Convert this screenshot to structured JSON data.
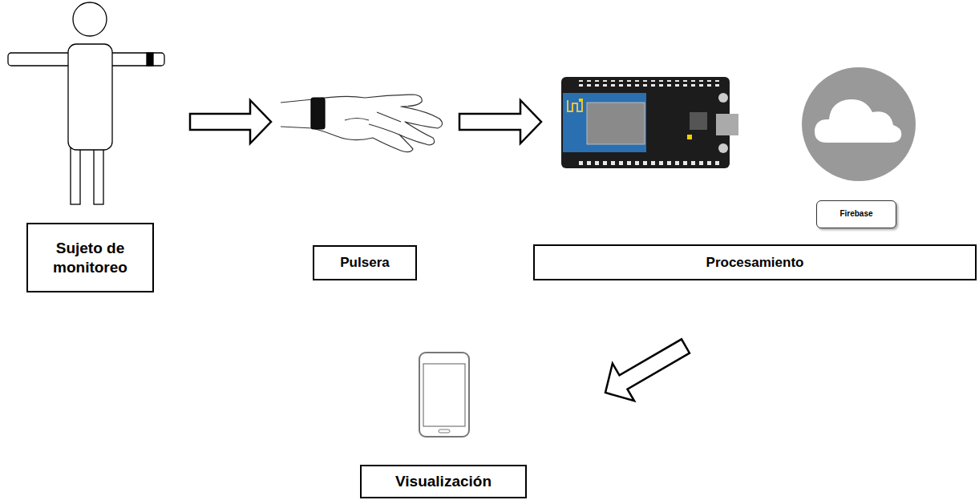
{
  "diagram": {
    "nodes": [
      {
        "text": [
          "Sujeto de monitoreo"
        ]
      },
      {
        "text": [
          "Pulsera"
        ]
      },
      {
        "text": [
          "Firebase"
        ]
      },
      {
        "text": [
          "Procesamiento"
        ]
      },
      {
        "text": [
          "Visualización"
        ]
      }
    ],
    "edges": [
      {
        "from": 0,
        "to": 1,
        "arrow": "to"
      },
      {
        "from": 1,
        "to": 3,
        "arrow": "to"
      },
      {
        "from": 3,
        "to": 4,
        "arrow": "to"
      }
    ]
  }
}
